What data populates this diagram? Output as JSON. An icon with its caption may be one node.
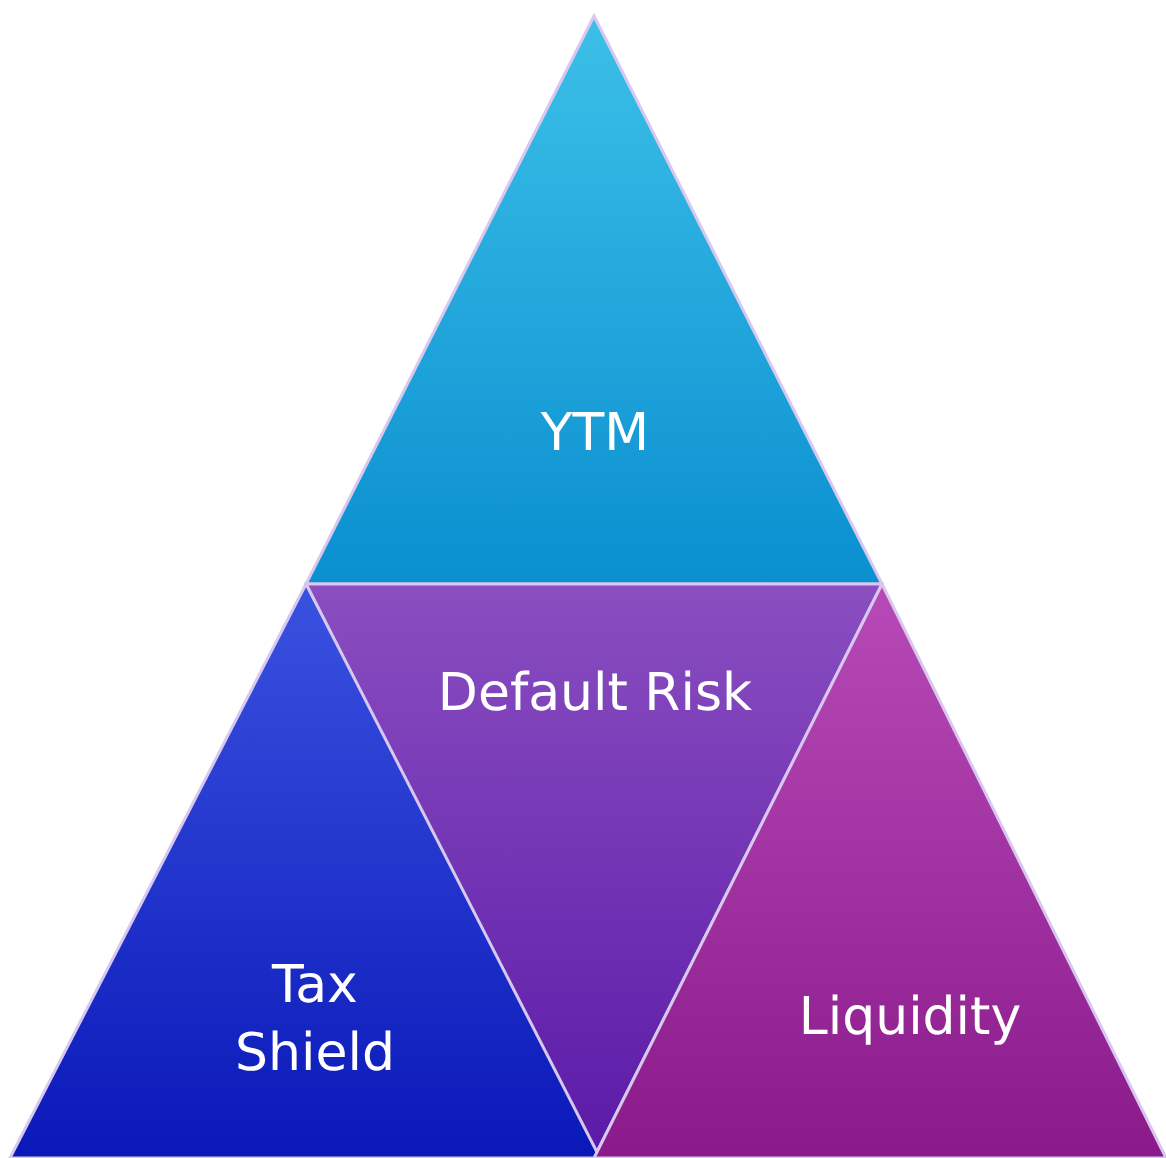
{
  "diagram": {
    "nodes": [
      {
        "text": [
          "YTM"
        ]
      },
      {
        "text": [
          "Default Risk"
        ]
      },
      {
        "text": [
          "Tax Shield"
        ]
      },
      {
        "text": [
          "Liquidity"
        ]
      }
    ]
  }
}
